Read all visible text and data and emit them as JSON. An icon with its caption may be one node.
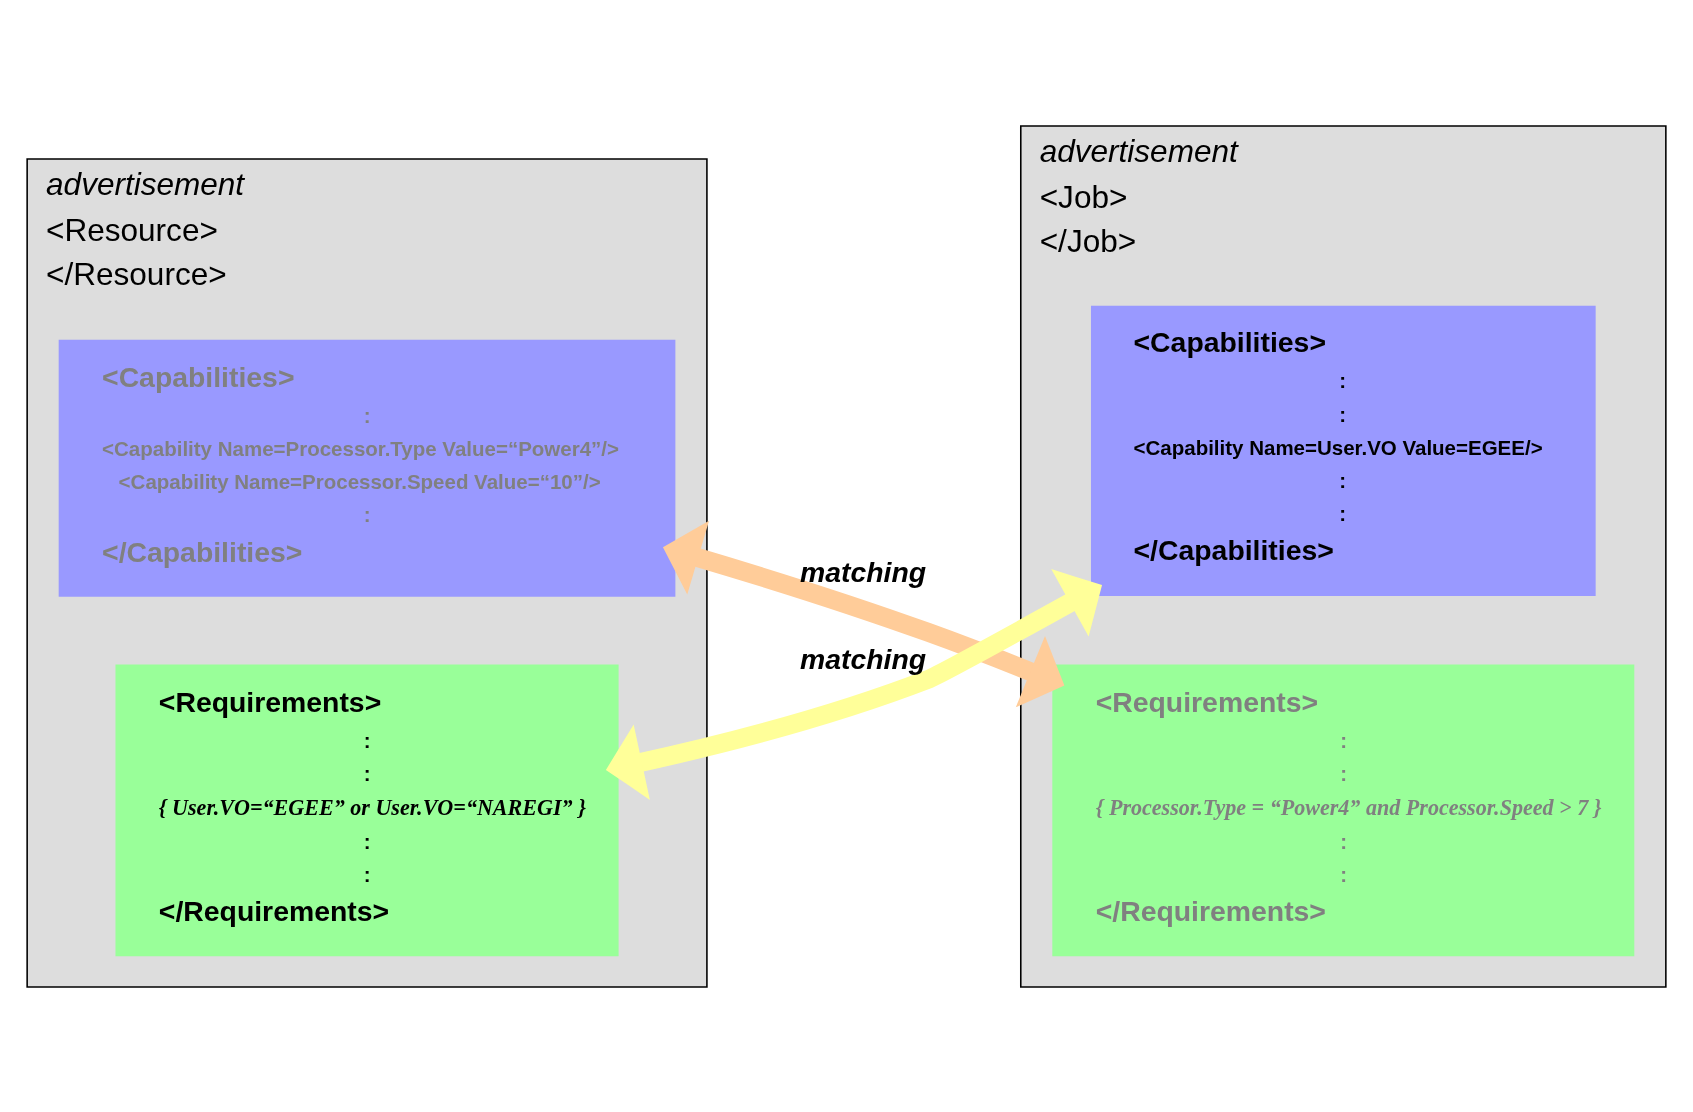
{
  "diagram": {
    "nodes": [
      {
        "text": [
          "advertisement",
          "<Resource>",
          "</Resource>"
        ]
      },
      {
        "text": [
          "<Capabilities>",
          ":",
          "<Capability Name=Processor.Type Value=“Power4”/>",
          "<Capability Name=Processor.Speed Value=“10”/>",
          ":",
          "</Capabilities>"
        ],
        "in": 0
      },
      {
        "text": [
          "<Requirements>",
          ":",
          ":",
          "{ User.VO=“EGEE” or User.VO=“NAREGI” }",
          ":",
          ":",
          "</Requirements>"
        ],
        "in": 0
      },
      {
        "text": [
          "advertisement",
          "<Job>",
          "</Job>"
        ]
      },
      {
        "text": [
          "<Capabilities>",
          ":",
          ":",
          "<Capability Name=User.VO Value=EGEE/>",
          ":",
          ":",
          "</Capabilities>"
        ],
        "in": 3
      },
      {
        "text": [
          "<Requirements>",
          ":",
          ":",
          "{ Processor.Type = “Power4” and Processor.Speed > 7 }",
          ":",
          ":",
          "</Requirements>"
        ],
        "in": 3
      }
    ],
    "edges": [
      {
        "from": 2,
        "to": 4,
        "arrow": "both",
        "label": "matching",
        "color": "#ffff99"
      },
      {
        "from": 1,
        "to": 5,
        "arrow": "both",
        "label": "matching",
        "color": "#ffcc99"
      }
    ]
  }
}
